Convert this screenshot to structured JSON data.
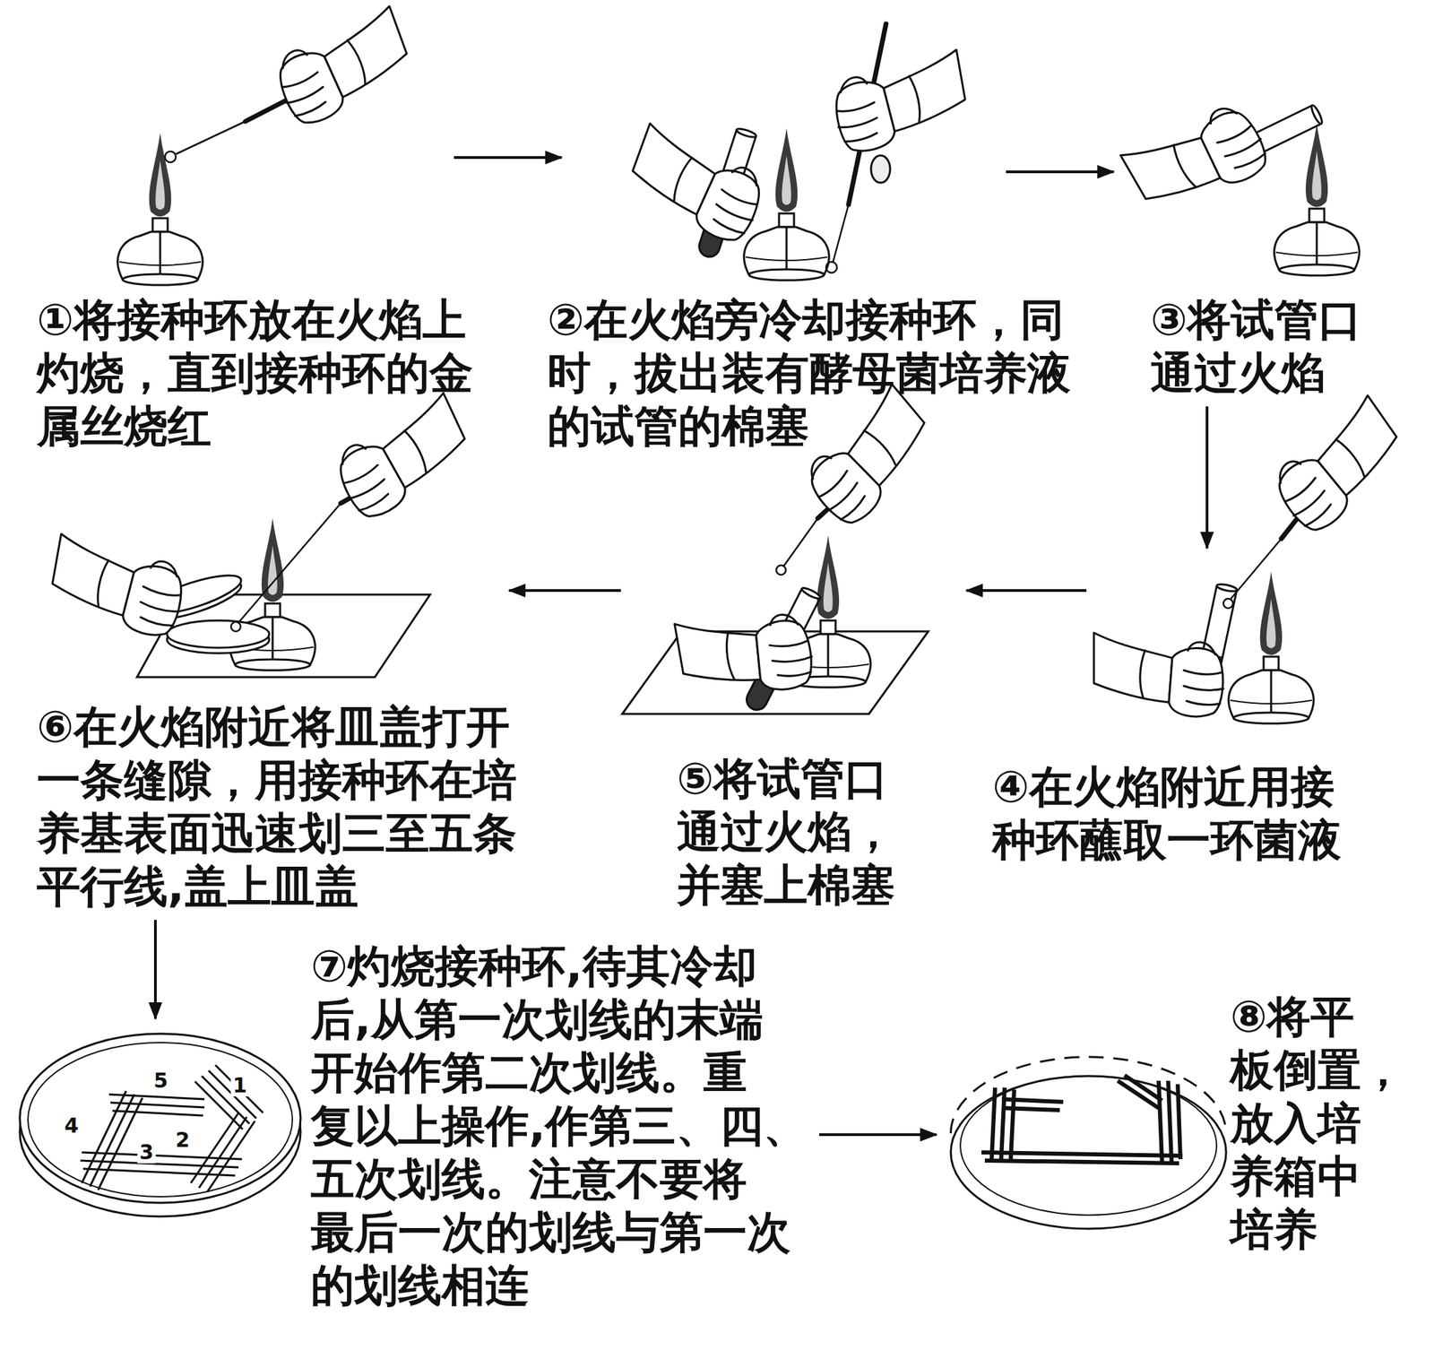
{
  "diagram": {
    "nodes": [
      {
        "text": [
          "①将接种环放在火焰上 灼烧，直到接种环的金 属丝烧红"
        ]
      },
      {
        "text": [
          "②在火焰旁冷却接种环，同 时，拔出装有酵母菌培养液 的试管的棉塞"
        ]
      },
      {
        "text": [
          "③将试管口 通过火焰"
        ]
      },
      {
        "text": [
          "④在火焰附近用接 种环蘸取一环菌液"
        ]
      },
      {
        "text": [
          "⑤将试管口 通过火焰， 并塞上棉塞"
        ]
      },
      {
        "text": [
          "⑥在火焰附近将皿盖打开 一条缝隙，用接种环在培 养基表面迅速划三至五条 平行线,盖上皿盖"
        ]
      },
      {
        "text": [
          "⑦灼烧接种环,待其冷却 后,从第一次划线的末端 开始作第二次划线。重 复以上操作,作第三、四、 五次划线。注意不要将 最后一次的划线与第一次 的划线相连"
        ]
      },
      {
        "text": [
          "⑧将平 板倒置， 放入培 养箱中 培养"
        ]
      }
    ],
    "edges": [
      {
        "from": 0,
        "to": 1,
        "arrow": "to"
      },
      {
        "from": 1,
        "to": 2,
        "arrow": "to"
      },
      {
        "from": 2,
        "to": 3,
        "arrow": "to"
      },
      {
        "from": 3,
        "to": 4,
        "arrow": "to"
      },
      {
        "from": 4,
        "to": 5,
        "arrow": "to"
      },
      {
        "from": 5,
        "to": 6,
        "arrow": "to"
      },
      {
        "from": 6,
        "to": 7,
        "arrow": "to"
      }
    ],
    "labels": [
      "5",
      "1",
      "4",
      "3",
      "2"
    ]
  }
}
